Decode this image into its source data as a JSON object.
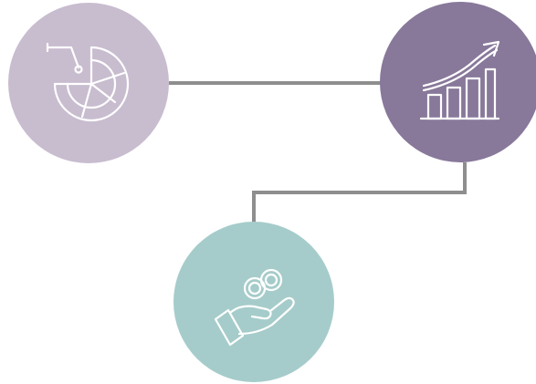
{
  "diagram": {
    "nodes": [
      {
        "id": "analytics",
        "icon": "pie-chart-analysis-icon",
        "color": "#c8bccf"
      },
      {
        "id": "growth",
        "icon": "bar-chart-growth-icon",
        "color": "#88789a"
      },
      {
        "id": "investment",
        "icon": "hand-with-coins-icon",
        "color": "#a5ccca"
      }
    ],
    "connectors": [
      {
        "from": "analytics",
        "to": "growth",
        "color": "#8e8e8e"
      },
      {
        "from": "growth",
        "to": "investment",
        "color": "#8e8e8e"
      }
    ],
    "icon_stroke_color": "#ffffff"
  }
}
